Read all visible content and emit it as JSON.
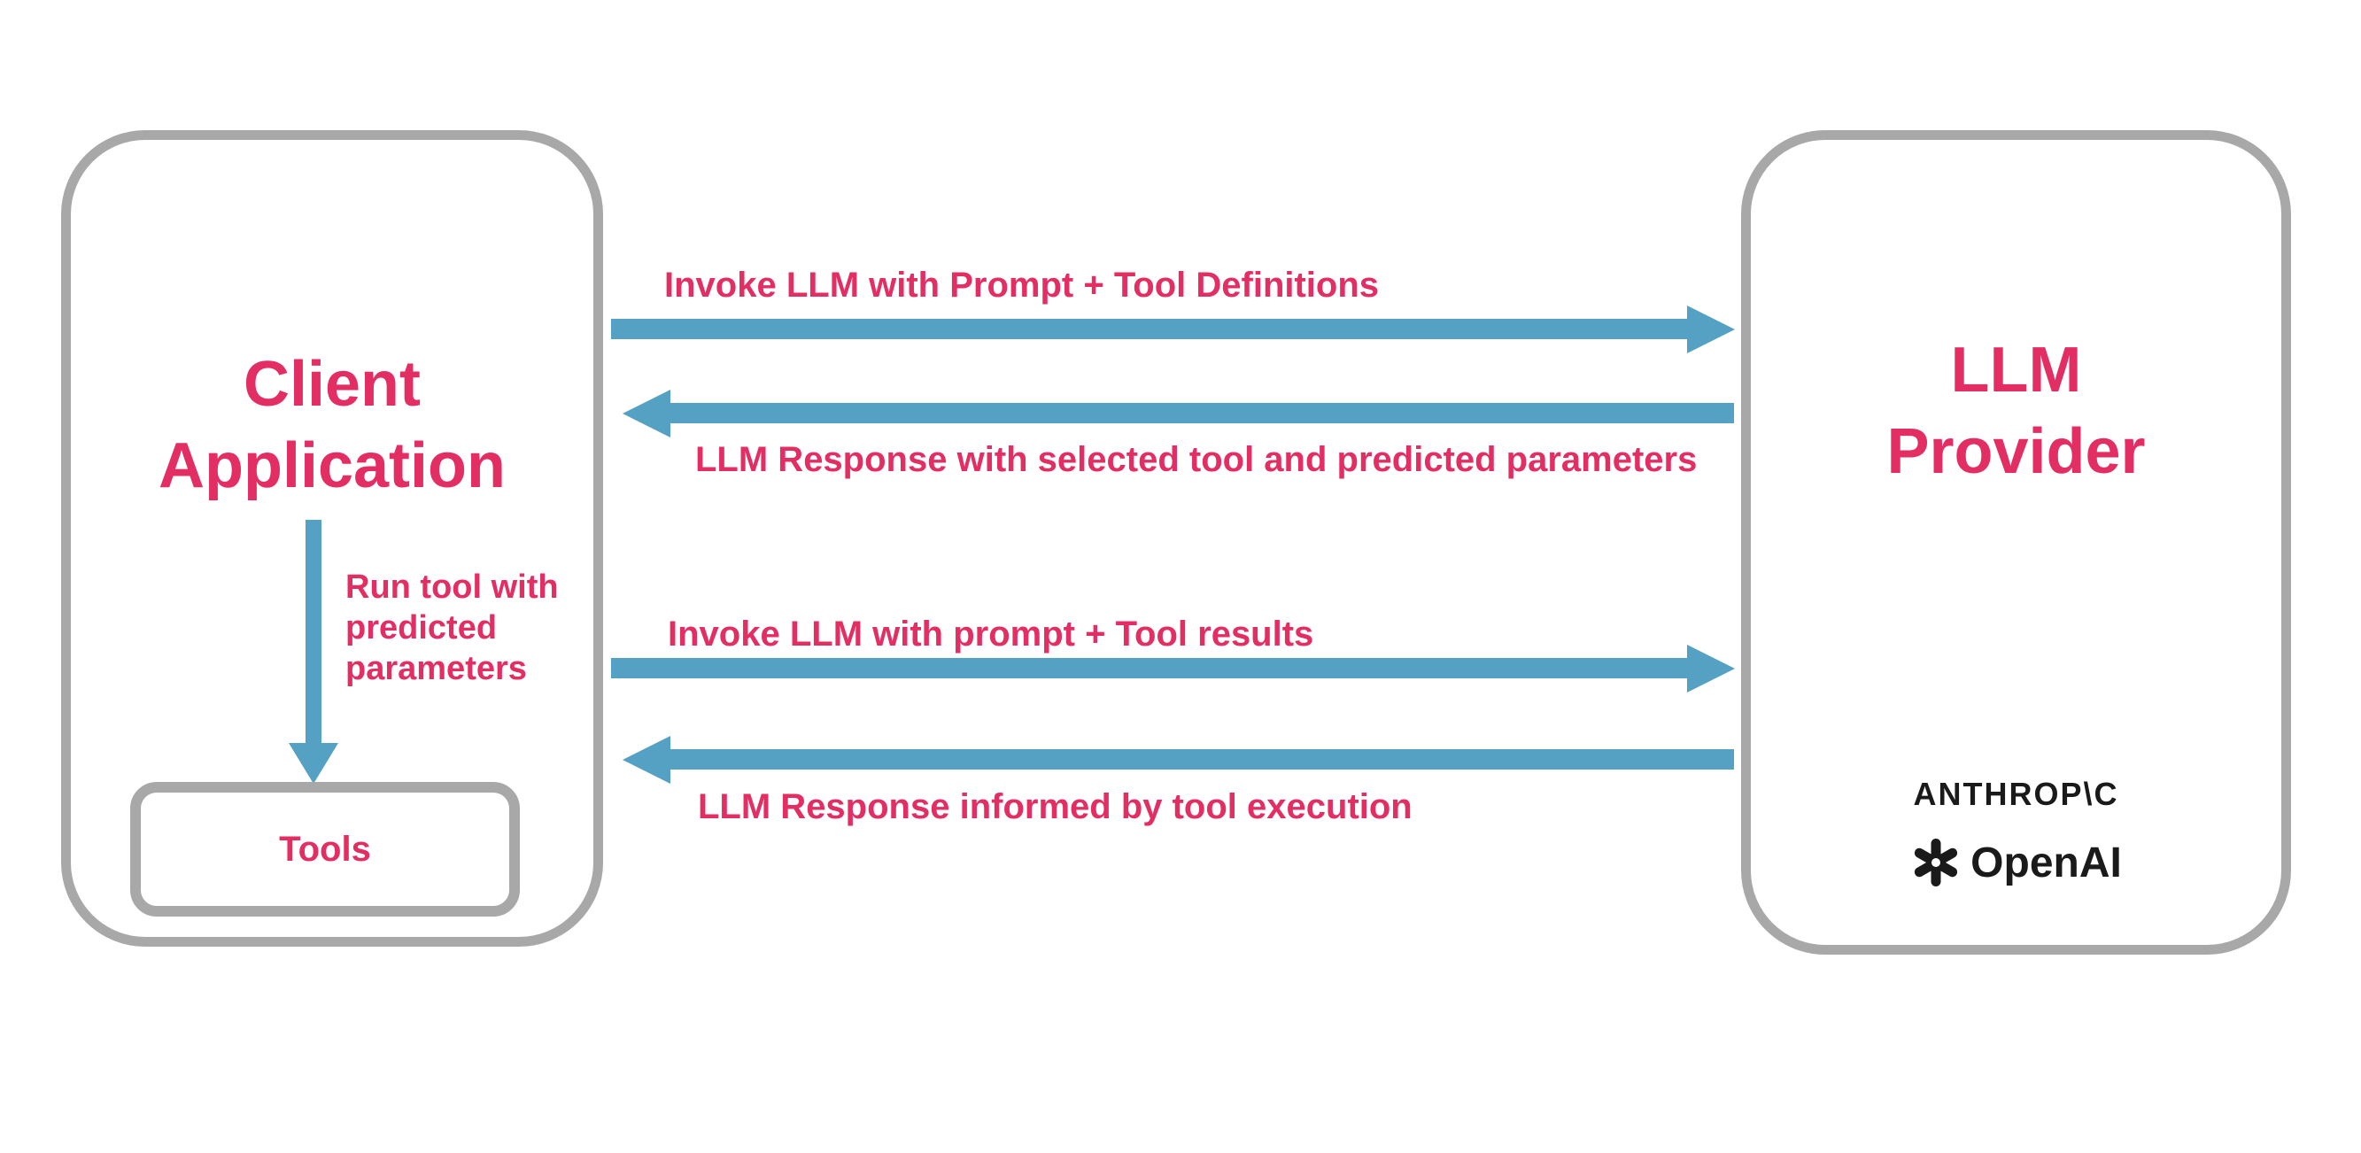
{
  "colors": {
    "accent_pink": "#e22e63",
    "arrow_blue": "#54a1c4",
    "box_gray": "#a8a8a8",
    "logo_black": "#1a1a1a"
  },
  "client": {
    "title": "Client\nApplication",
    "run_tool_label": "Run tool with\npredicted\nparameters",
    "tools_label": "Tools"
  },
  "provider": {
    "title": "LLM\nProvider",
    "anthropic_label": "ANTHROP\\C",
    "openai_label": "OpenAI"
  },
  "arrows": [
    {
      "direction": "right",
      "label": "Invoke LLM with Prompt + Tool Definitions"
    },
    {
      "direction": "left",
      "label": "LLM Response with selected tool and predicted parameters"
    },
    {
      "direction": "right",
      "label": "Invoke LLM with prompt + Tool results"
    },
    {
      "direction": "left",
      "label": "LLM Response informed by tool execution"
    }
  ]
}
